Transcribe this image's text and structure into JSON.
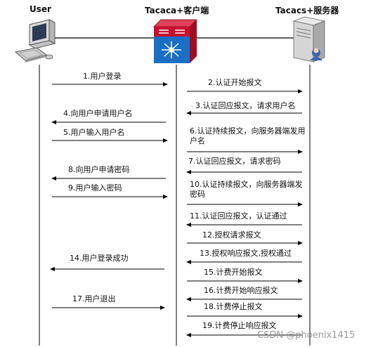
{
  "participants": {
    "user": "User",
    "client": "Tacaca+客户端",
    "server": "Tacacs+服务器"
  },
  "icons": {
    "user": "computer-icon",
    "client": "switch-icon",
    "server": "server-icon"
  },
  "steps": [
    {
      "id": "s1",
      "text": "1.用户登录"
    },
    {
      "id": "s2",
      "text": "2.认证开始报文"
    },
    {
      "id": "s3",
      "text": "3.认证回应报文，请求用户名"
    },
    {
      "id": "s4",
      "text": "4.向用户申请用户名"
    },
    {
      "id": "s5",
      "text": "5.用户输入用户名"
    },
    {
      "id": "s6",
      "text": "6.认证持续报文，向服务器端发用户名"
    },
    {
      "id": "s7",
      "text": "7.认证回应报文，请求密码"
    },
    {
      "id": "s8",
      "text": "8.向用户申请密码"
    },
    {
      "id": "s9",
      "text": "9.用户输入密码"
    },
    {
      "id": "s10",
      "text": "10.认证持续报文，向服务器端发密码"
    },
    {
      "id": "s11",
      "text": "11.认证回应报文，认证通过"
    },
    {
      "id": "s12",
      "text": "12.授权请求报文"
    },
    {
      "id": "s13",
      "text": "13.授权响应报文,授权通过"
    },
    {
      "id": "s14",
      "text": "14.用户登录成功"
    },
    {
      "id": "s15",
      "text": "15.计费开始报文"
    },
    {
      "id": "s16",
      "text": "16.计费开始响应报文"
    },
    {
      "id": "s17",
      "text": "17.用户退出"
    },
    {
      "id": "s18",
      "text": "18.计费停止报文"
    },
    {
      "id": "s19",
      "text": "19.计费停止响应报文"
    }
  ],
  "watermark": "CSDN @phoenix1415",
  "colors": {
    "line": "#000000",
    "switch_red": "#c8102e",
    "switch_blue": "#1a6fc4"
  }
}
